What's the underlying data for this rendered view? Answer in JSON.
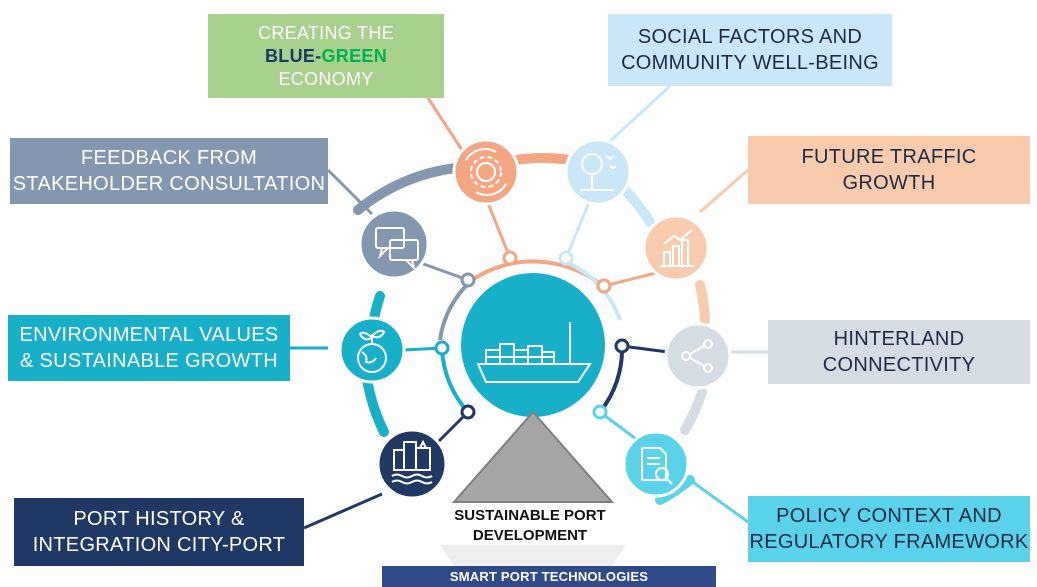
{
  "colors": {
    "green": "#a9d18e",
    "light_blue": "#c9e7f7",
    "slate": "#8497b0",
    "peach": "#f8cbad",
    "teal": "#17b0c8",
    "light_gray": "#d6dce4",
    "navy": "#1f3864",
    "cyan": "#5ad3ea",
    "center_circle": "#17b0c8",
    "triangle": "#a6a6a6",
    "smart_bar": "#2f4b8a"
  },
  "boxes": {
    "blue_green": {
      "line1": "CREATING THE",
      "line2_blue": "BLUE-",
      "line2_green": "GREEN",
      "line3": "ECONOMY"
    },
    "social": {
      "line1": "SOCIAL FACTORS AND",
      "line2": "COMMUNITY WELL-BEING"
    },
    "feedback": {
      "line1": "FEEDBACK FROM",
      "line2": "STAKEHOLDER CONSULTATION"
    },
    "traffic": {
      "line1": "FUTURE TRAFFIC",
      "line2": "GROWTH"
    },
    "env": {
      "line1": "ENVIRONMENTAL VALUES",
      "line2": "& SUSTAINABLE GROWTH"
    },
    "hinterland": {
      "line1": "HINTERLAND",
      "line2": "CONNECTIVITY"
    },
    "history": {
      "line1": "PORT HISTORY &",
      "line2": "INTEGRATION CITY-PORT"
    },
    "policy": {
      "line1": "POLICY CONTEXT AND",
      "line2": "REGULATORY FRAMEWORK"
    }
  },
  "center": {
    "title_line1": "SUSTAINABLE PORT",
    "title_line2": "DEVELOPMENT",
    "bar_label": "SMART PORT TECHNOLOGIES"
  },
  "icons": [
    "gear-cycle-icon",
    "tree-birds-icon",
    "growth-chart-icon",
    "chat-bubbles-icon",
    "share-network-icon",
    "globe-plant-icon",
    "document-search-icon",
    "city-waves-icon",
    "cargo-ship-icon"
  ]
}
